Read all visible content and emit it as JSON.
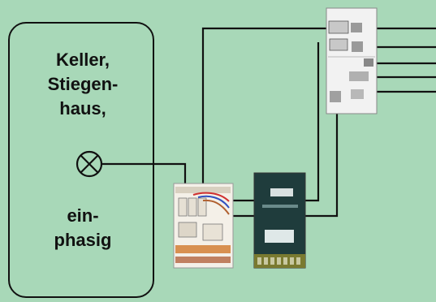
{
  "room": {
    "label_lines_top": [
      "Keller,",
      "Stiegen-",
      "haus,"
    ],
    "label_lines_bottom": [
      "ein-",
      "phasig"
    ]
  },
  "icons": {
    "lamp": "lamp-cross-circle-icon",
    "distribution_board": "fuse-panel-icon",
    "meter": "electricity-meter-icon",
    "terminal_block": "terminal-block-icon"
  },
  "colors": {
    "background": "#a8d8b8",
    "wire": "#111111",
    "meter_body": "#1f3c3c"
  }
}
